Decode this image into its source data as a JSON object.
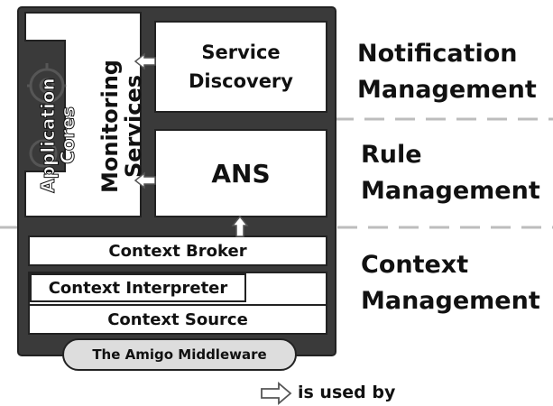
{
  "labels": {
    "application_cores": "Application Cores",
    "monitoring_services": "Monitoring Services",
    "service_discovery": "Service Discovery",
    "ans": "ANS",
    "context_broker": "Context Broker",
    "context_interpreter": "Context Interpreter",
    "context_source": "Context Source",
    "middleware": "The Amigo Middleware"
  },
  "layers": {
    "notification": "Notification Management",
    "rule": "Rule Management",
    "context": "Context Management"
  },
  "legend": {
    "text": "is used by"
  },
  "colors": {
    "outer_fill": "#3a3a3a",
    "box_fill": "#ffffff",
    "stroke": "#222222",
    "dashed_line": "#bdbdbd",
    "pill_fill": "#dddddd",
    "arrow_fill": "#ffffff",
    "arrow_stroke": "#555555",
    "gear": "#8a8a8a"
  }
}
